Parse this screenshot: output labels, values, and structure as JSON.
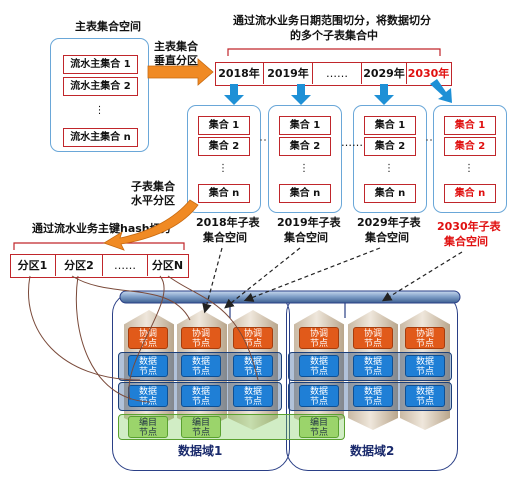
{
  "main_collection": {
    "title": "主表集合空间",
    "items": [
      "流水主集合 1",
      "流水主集合 2",
      "⋮",
      "流水主集合 n"
    ]
  },
  "vertical_partition": {
    "label_line1": "主表集合",
    "label_line2": "垂直分区"
  },
  "time_split": {
    "title_line1": "通过流水业务日期范围切分，将数据切分",
    "title_line2": "的多个子表集合中"
  },
  "years": [
    "2018年",
    "2019年",
    "……",
    "2029年",
    "2030年"
  ],
  "sub_panels": [
    {
      "items": [
        "集合 1",
        "集合 2",
        "⋮",
        "集合 n"
      ],
      "caption_line1": "2018年子表",
      "caption_line2": "集合空间"
    },
    {
      "items": [
        "集合 1",
        "集合 2",
        "⋮",
        "集合 n"
      ],
      "caption_line1": "2019年子表",
      "caption_line2": "集合空间"
    },
    {
      "items": [
        "集合 1",
        "集合 2",
        "⋮",
        "集合 n"
      ],
      "caption_line1": "2029年子表",
      "caption_line2": "集合空间"
    },
    {
      "items": [
        "集合 1",
        "集合 2",
        "⋮",
        "集合 n"
      ],
      "caption_line1": "2030年子表",
      "caption_line2": "集合空间"
    }
  ],
  "between_panels": "……",
  "horizontal_partition": {
    "label_line1": "子表集合",
    "label_line2": "水平分区"
  },
  "hash_split": {
    "title": "通过流水业务主键hash切分"
  },
  "partitions": [
    "分区1",
    "分区2",
    "……",
    "分区N"
  ],
  "node_labels": {
    "coord": "协调\n节点",
    "data": "数据\n节点",
    "mgmt": "编目\n节点"
  },
  "domains": [
    "数据域1",
    "数据域2"
  ],
  "colors": {
    "red": "#c0262b",
    "blue_arrow": "#1e90d6",
    "panel_border": "#6aa7d8",
    "domain_border": "#2a3f86"
  }
}
